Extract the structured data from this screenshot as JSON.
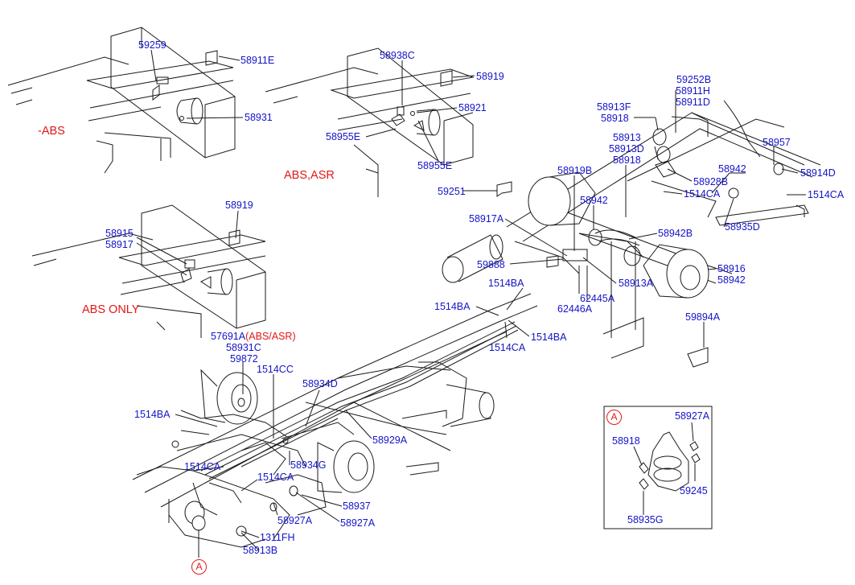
{
  "colors": {
    "callout": "#1414c8",
    "note": "#e01818",
    "line": "#1a1a1a",
    "background": "#ffffff"
  },
  "notes": {
    "no_abs": "-ABS",
    "abs_asr": "ABS,ASR",
    "abs_only": "ABS ONLY"
  },
  "callouts": {
    "c59259": "59259",
    "c58911E": "58911E",
    "c58931": "58931",
    "c58938C": "58938C",
    "c58919_top": "58919",
    "c58921": "58921",
    "c58955E_left": "58955E",
    "c58955E_right": "58955E",
    "c59252B": "59252B",
    "c58911H": "58911H",
    "c58911D": "58911D",
    "c58913F": "58913F",
    "c58918_a": "58918",
    "c58913": "58913",
    "c58913D": "58913D",
    "c58918_b": "58918",
    "c58957": "58957",
    "c58942_a": "58942",
    "c58914D": "58914D",
    "c58928B": "58928B",
    "c1514CA_a": "1514CA",
    "c1514CA_b": "1514CA",
    "c59251": "59251",
    "c58919B": "58919B",
    "c58942_b": "58942",
    "c58935D": "58935D",
    "c58917A": "58917A",
    "c58942B": "58942B",
    "c59888": "59888",
    "c58916": "58916",
    "c58942_c": "58942",
    "c58913A": "58913A",
    "c1514BA_a": "1514BA",
    "c62445A": "62445A",
    "c62446A": "62446A",
    "c1514BA_b": "1514BA",
    "c59894A": "59894A",
    "c1514BA_c": "1514BA",
    "c1514CA_c": "1514CA",
    "c58919_mid": "58919",
    "c58915": "58915",
    "c58917": "58917",
    "c57691A": "57691A",
    "c57691A_note": "(ABS/ASR)",
    "c58931C": "58931C",
    "c59872": "59872",
    "c1514CC": "1514CC",
    "c58934D": "58934D",
    "c1514BA_d": "1514BA",
    "c58929A": "58929A",
    "c1514CA_d": "1514CA",
    "c58934G": "58934G",
    "c1514CA_e": "1514CA",
    "c58937": "58937",
    "c58927A_a": "58927A",
    "c58927A_b": "58927A",
    "c1311FH": "1311FH",
    "c58913B": "58913B",
    "c58927A_inset": "58927A",
    "c58918_inset": "58918",
    "c59245": "59245",
    "c58935G": "58935G",
    "marker_A_bottom": "A",
    "marker_A_inset": "A"
  }
}
